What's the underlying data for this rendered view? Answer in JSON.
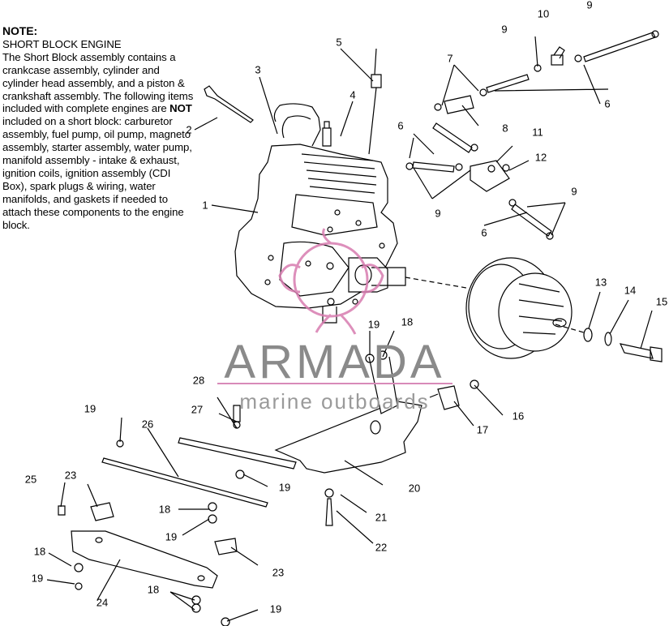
{
  "note": {
    "heading": "NOTE:",
    "line1": "SHORT BLOCK ENGINE",
    "line2_pre": "The Short Block assembly contains a crankcase assembly, cylinder and cylinder head assembly, and a piston & crankshaft assembly. The following items included with complete engines are ",
    "bold": "NOT",
    "line2_post": " included on a short block: carburetor assembly, fuel pump, oil pump, magneto assembly, starter assembly, water pump, manifold assembly - intake & exhaust, ignition coils, ignition assembly (CDI Box), spark plugs & wiring, water manifolds, and gaskets if needed to attach these components to the engine block."
  },
  "watermark": {
    "title": "ARMADA",
    "subtitle": "marine outboards"
  },
  "callouts": [
    {
      "id": "c1",
      "text": "1"
    },
    {
      "id": "c2",
      "text": "2"
    },
    {
      "id": "c3",
      "text": "3"
    },
    {
      "id": "c4",
      "text": "4"
    },
    {
      "id": "c5",
      "text": "5"
    },
    {
      "id": "c6a",
      "text": "6"
    },
    {
      "id": "c6b",
      "text": "6"
    },
    {
      "id": "c6c",
      "text": "6"
    },
    {
      "id": "c7",
      "text": "7"
    },
    {
      "id": "c8",
      "text": "8"
    },
    {
      "id": "c9a",
      "text": "9"
    },
    {
      "id": "c9b",
      "text": "9"
    },
    {
      "id": "c9c",
      "text": "9"
    },
    {
      "id": "c9d",
      "text": "9"
    },
    {
      "id": "c10",
      "text": "10"
    },
    {
      "id": "c11",
      "text": "11"
    },
    {
      "id": "c12",
      "text": "12"
    },
    {
      "id": "c13",
      "text": "13"
    },
    {
      "id": "c14",
      "text": "14"
    },
    {
      "id": "c15",
      "text": "15"
    },
    {
      "id": "c16",
      "text": "16"
    },
    {
      "id": "c17",
      "text": "17"
    },
    {
      "id": "c18a",
      "text": "18"
    },
    {
      "id": "c18b",
      "text": "18"
    },
    {
      "id": "c18c",
      "text": "18"
    },
    {
      "id": "c18d",
      "text": "18"
    },
    {
      "id": "c19a",
      "text": "19"
    },
    {
      "id": "c19b",
      "text": "19"
    },
    {
      "id": "c19c",
      "text": "19"
    },
    {
      "id": "c19d",
      "text": "19"
    },
    {
      "id": "c19e",
      "text": "19"
    },
    {
      "id": "c19f",
      "text": "19"
    },
    {
      "id": "c20",
      "text": "20"
    },
    {
      "id": "c21",
      "text": "21"
    },
    {
      "id": "c22",
      "text": "22"
    },
    {
      "id": "c23a",
      "text": "23"
    },
    {
      "id": "c23b",
      "text": "23"
    },
    {
      "id": "c24",
      "text": "24"
    },
    {
      "id": "c25",
      "text": "25"
    },
    {
      "id": "c26",
      "text": "26"
    },
    {
      "id": "c27",
      "text": "27"
    },
    {
      "id": "c28",
      "text": "28"
    }
  ]
}
